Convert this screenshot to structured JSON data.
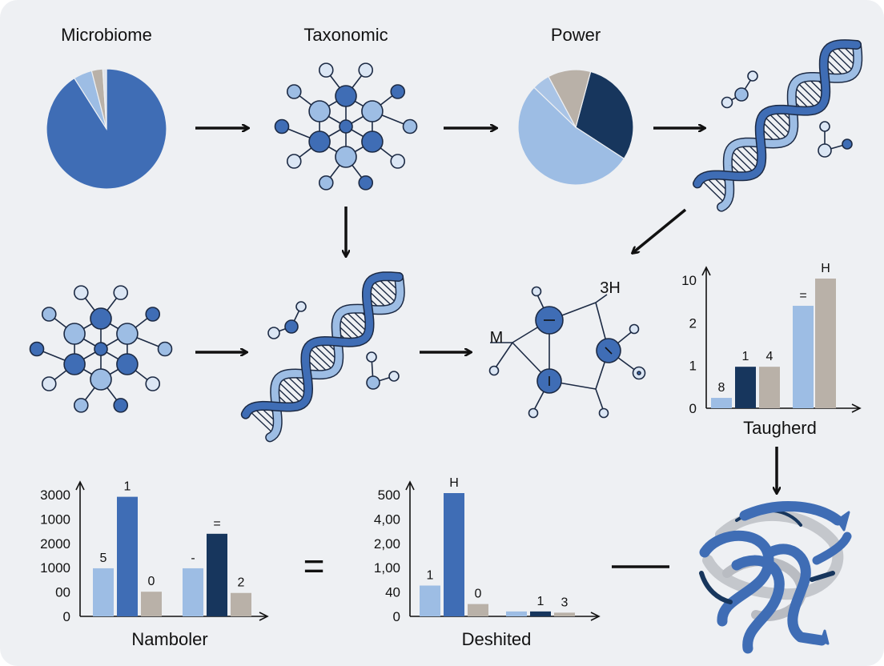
{
  "titles": {
    "microbiome": "Microbiome",
    "taxonomic": "Taxonomic",
    "power": "Power"
  },
  "colors": {
    "background": "#eef0f3",
    "blue": "#3f6db5",
    "light_blue": "#9dbde4",
    "navy": "#17365d",
    "beige": "#b9b1a8",
    "ink": "#111111"
  },
  "molecule_labels": {
    "top_right": "3H",
    "left": "M"
  },
  "separators": {
    "equals": "="
  },
  "chart_data": [
    {
      "id": "microbiome-pie",
      "type": "pie",
      "title": "",
      "slices": [
        {
          "value": 91,
          "color": "#3f6db5"
        },
        {
          "value": 5,
          "color": "#9dbde4"
        },
        {
          "value": 3,
          "color": "#b9b1a8"
        },
        {
          "value": 1,
          "color": "#dfe3ea"
        }
      ]
    },
    {
      "id": "power-pie",
      "type": "pie",
      "title": "",
      "slices": [
        {
          "value": 30,
          "color": "#17365d"
        },
        {
          "value": 53,
          "color": "#9dbde4"
        },
        {
          "value": 5,
          "color": "#a9c4e6"
        },
        {
          "value": 12,
          "color": "#b9b1a8"
        }
      ]
    },
    {
      "id": "taugherd",
      "type": "bar",
      "xlabel": "Taugherd",
      "yticks": [
        "10",
        "2",
        "1",
        "0"
      ],
      "bars": [
        {
          "value": 0.08,
          "color": "#9dbde4",
          "label": "8"
        },
        {
          "value": 0.32,
          "color": "#17365d",
          "label": "1"
        },
        {
          "value": 0.32,
          "color": "#b9b1a8",
          "label": "4"
        },
        {
          "value": 0.79,
          "color": "#9dbde4",
          "label": "="
        },
        {
          "value": 1.0,
          "color": "#b9b1a8",
          "label": "H"
        }
      ]
    },
    {
      "id": "namboler",
      "type": "bar",
      "xlabel": "Namboler",
      "yticks": [
        "3000",
        "1000",
        "2000",
        "1000",
        "00",
        "0"
      ],
      "bars": [
        {
          "value": 0.39,
          "color": "#9dbde4",
          "label": "5"
        },
        {
          "value": 0.97,
          "color": "#3f6db5",
          "label": "1"
        },
        {
          "value": 0.2,
          "color": "#b9b1a8",
          "label": "0"
        },
        {
          "value": 0.39,
          "color": "#9dbde4",
          "label": "-"
        },
        {
          "value": 0.67,
          "color": "#17365d",
          "label": "="
        },
        {
          "value": 0.19,
          "color": "#b9b1a8",
          "label": "2"
        }
      ]
    },
    {
      "id": "deshited",
      "type": "bar",
      "xlabel": "Deshited",
      "yticks": [
        "500",
        "4,00",
        "2,00",
        "1,00",
        "40",
        "0"
      ],
      "bars": [
        {
          "value": 0.25,
          "color": "#9dbde4",
          "label": "1"
        },
        {
          "value": 1.0,
          "color": "#3f6db5",
          "label": "H"
        },
        {
          "value": 0.1,
          "color": "#b9b1a8",
          "label": "0"
        },
        {
          "value": 0.04,
          "color": "#9dbde4",
          "label": ""
        },
        {
          "value": 0.04,
          "color": "#17365d",
          "label": "1"
        },
        {
          "value": 0.03,
          "color": "#b9b1a8",
          "label": "3"
        }
      ]
    }
  ]
}
